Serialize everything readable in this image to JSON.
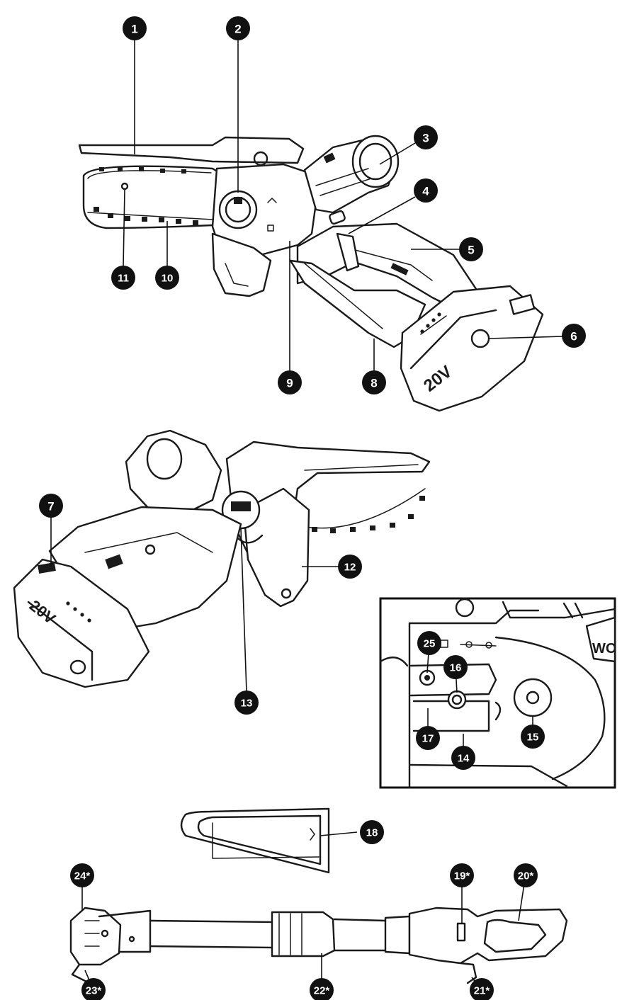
{
  "callouts": {
    "c1": "1",
    "c2": "2",
    "c3": "3",
    "c4": "4",
    "c5": "5",
    "c6": "6",
    "c7": "7",
    "c8": "8",
    "c9": "9",
    "c10": "10",
    "c11": "11",
    "c12": "12",
    "c13": "13",
    "c14": "14",
    "c15": "15",
    "c16": "16",
    "c17": "17",
    "c18": "18",
    "c19": "19*",
    "c20": "20*",
    "c21": "21*",
    "c22": "22*",
    "c23": "23*",
    "c24": "24*",
    "c25": "25"
  },
  "printed": {
    "battery_voltage": "20V",
    "battery_voltage_second": "20V",
    "motor_badge": "WO",
    "icon_names": [
      "chainsaw-front-view",
      "chainsaw-rear-view",
      "chain-tension-detail-inset",
      "bar-cover-sheath",
      "pole-extension-attachment"
    ]
  }
}
